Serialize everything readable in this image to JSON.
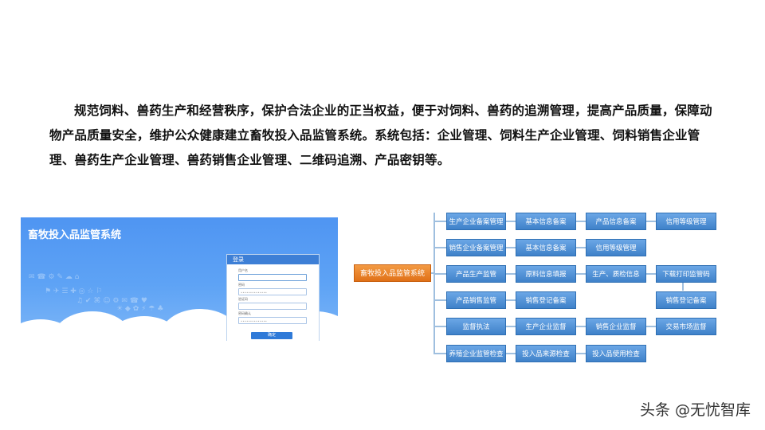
{
  "intro_text": "规范饲料、兽药生产和经营秩序，保护合法企业的正当权益，便于对饲料、兽药的追溯管理，提高产品质量，保障动物产品质量安全，维护公众健康建立畜牧投入品监管系统。系统包括：企业管理、饲料生产企业管理、饲料销售企业管理、兽药生产企业管理、兽药销售企业管理、二维码追溯、产品密钥等。",
  "screenshot": {
    "title": "畜牧投入品监管系统",
    "login": {
      "header": "登录",
      "fields": [
        {
          "label": "用户名",
          "value": ""
        },
        {
          "label": "密码",
          "value": "••••••••••••••"
        },
        {
          "label": "验证码",
          "value": ""
        },
        {
          "label": "密码确认",
          "value": "••••••••••••••"
        }
      ],
      "submit": "确定"
    }
  },
  "diagram": {
    "root": "畜牧投入品监管系统",
    "rows": [
      [
        "生产企业备案管理",
        "基本信息备案",
        "产品信息备案",
        "信用等级管理"
      ],
      [
        "销售企业备案管理",
        "基本信息备案",
        "信用等级管理"
      ],
      [
        "产品生产监管",
        "原料信息填报",
        "生产、质检信息",
        "下载打印监管码"
      ],
      [
        "产品销售监管",
        "销售登记备案",
        "",
        "销售登记备案"
      ],
      [
        "监督执法",
        "生产企业监督",
        "销售企业监督",
        "交易市场监督"
      ],
      [
        "养殖企业监管检查",
        "投入品来源检查",
        "投入品使用检查"
      ]
    ]
  },
  "credit": "头条 @无忧智库"
}
